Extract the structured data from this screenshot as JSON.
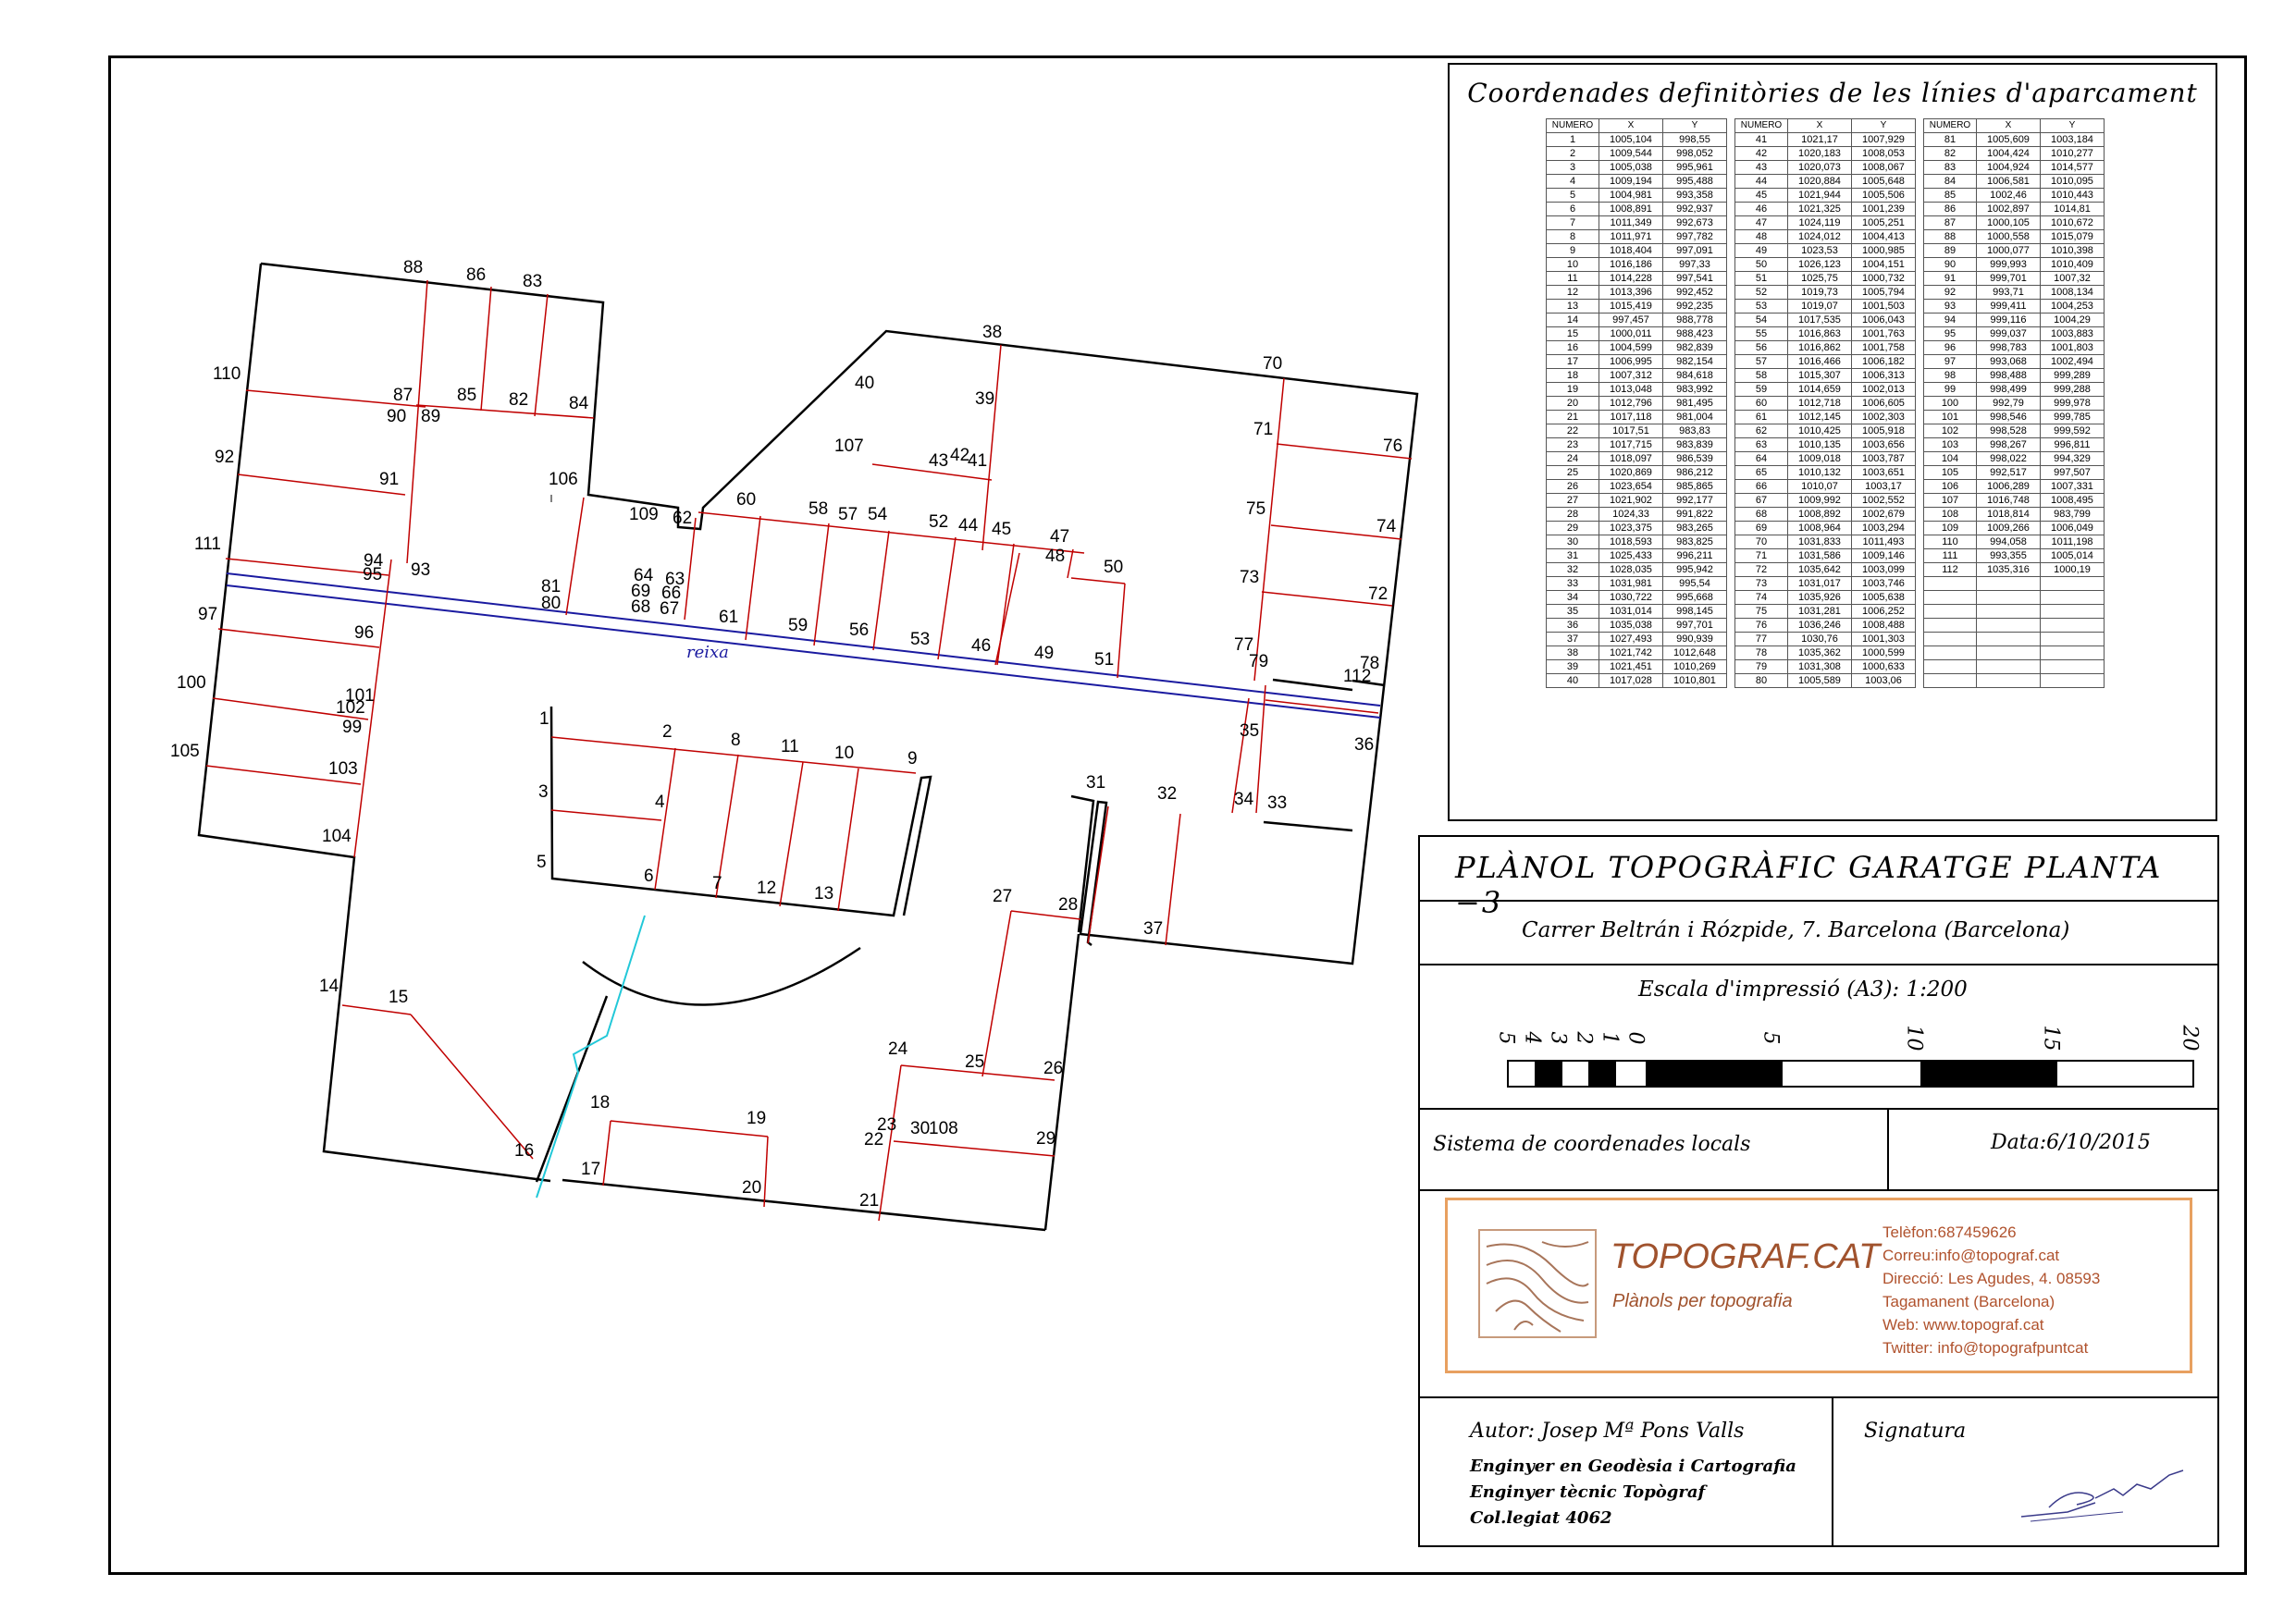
{
  "table": {
    "title": "Coordenades definitòries de les línies d'aparcament",
    "headers": [
      "NUMERO",
      "X",
      "Y"
    ],
    "rows": [
      [
        "1",
        "1005,104",
        "998,55"
      ],
      [
        "2",
        "1009,544",
        "998,052"
      ],
      [
        "3",
        "1005,038",
        "995,961"
      ],
      [
        "4",
        "1009,194",
        "995,488"
      ],
      [
        "5",
        "1004,981",
        "993,358"
      ],
      [
        "6",
        "1008,891",
        "992,937"
      ],
      [
        "7",
        "1011,349",
        "992,673"
      ],
      [
        "8",
        "1011,971",
        "997,782"
      ],
      [
        "9",
        "1018,404",
        "997,091"
      ],
      [
        "10",
        "1016,186",
        "997,33"
      ],
      [
        "11",
        "1014,228",
        "997,541"
      ],
      [
        "12",
        "1013,396",
        "992,452"
      ],
      [
        "13",
        "1015,419",
        "992,235"
      ],
      [
        "14",
        "997,457",
        "988,778"
      ],
      [
        "15",
        "1000,011",
        "988,423"
      ],
      [
        "16",
        "1004,599",
        "982,839"
      ],
      [
        "17",
        "1006,995",
        "982,154"
      ],
      [
        "18",
        "1007,312",
        "984,618"
      ],
      [
        "19",
        "1013,048",
        "983,992"
      ],
      [
        "20",
        "1012,796",
        "981,495"
      ],
      [
        "21",
        "1017,118",
        "981,004"
      ],
      [
        "22",
        "1017,51",
        "983,83"
      ],
      [
        "23",
        "1017,715",
        "983,839"
      ],
      [
        "24",
        "1018,097",
        "986,539"
      ],
      [
        "25",
        "1020,869",
        "986,212"
      ],
      [
        "26",
        "1023,654",
        "985,865"
      ],
      [
        "27",
        "1021,902",
        "992,177"
      ],
      [
        "28",
        "1024,33",
        "991,822"
      ],
      [
        "29",
        "1023,375",
        "983,265"
      ],
      [
        "30",
        "1018,593",
        "983,825"
      ],
      [
        "31",
        "1025,433",
        "996,211"
      ],
      [
        "32",
        "1028,035",
        "995,942"
      ],
      [
        "33",
        "1031,981",
        "995,54"
      ],
      [
        "34",
        "1030,722",
        "995,668"
      ],
      [
        "35",
        "1031,014",
        "998,145"
      ],
      [
        "36",
        "1035,038",
        "997,701"
      ],
      [
        "37",
        "1027,493",
        "990,939"
      ],
      [
        "38",
        "1021,742",
        "1012,648"
      ],
      [
        "39",
        "1021,451",
        "1010,269"
      ],
      [
        "40",
        "1017,028",
        "1010,801"
      ],
      [
        "41",
        "1021,17",
        "1007,929"
      ],
      [
        "42",
        "1020,183",
        "1008,053"
      ],
      [
        "43",
        "1020,073",
        "1008,067"
      ],
      [
        "44",
        "1020,884",
        "1005,648"
      ],
      [
        "45",
        "1021,944",
        "1005,506"
      ],
      [
        "46",
        "1021,325",
        "1001,239"
      ],
      [
        "47",
        "1024,119",
        "1005,251"
      ],
      [
        "48",
        "1024,012",
        "1004,413"
      ],
      [
        "49",
        "1023,53",
        "1000,985"
      ],
      [
        "50",
        "1026,123",
        "1004,151"
      ],
      [
        "51",
        "1025,75",
        "1000,732"
      ],
      [
        "52",
        "1019,73",
        "1005,794"
      ],
      [
        "53",
        "1019,07",
        "1001,503"
      ],
      [
        "54",
        "1017,535",
        "1006,043"
      ],
      [
        "55",
        "1016,863",
        "1001,763"
      ],
      [
        "56",
        "1016,862",
        "1001,758"
      ],
      [
        "57",
        "1016,466",
        "1006,182"
      ],
      [
        "58",
        "1015,307",
        "1006,313"
      ],
      [
        "59",
        "1014,659",
        "1002,013"
      ],
      [
        "60",
        "1012,718",
        "1006,605"
      ],
      [
        "61",
        "1012,145",
        "1002,303"
      ],
      [
        "62",
        "1010,425",
        "1005,918"
      ],
      [
        "63",
        "1010,135",
        "1003,656"
      ],
      [
        "64",
        "1009,018",
        "1003,787"
      ],
      [
        "65",
        "1010,132",
        "1003,651"
      ],
      [
        "66",
        "1010,07",
        "1003,17"
      ],
      [
        "67",
        "1009,992",
        "1002,552"
      ],
      [
        "68",
        "1008,892",
        "1002,679"
      ],
      [
        "69",
        "1008,964",
        "1003,294"
      ],
      [
        "70",
        "1031,833",
        "1011,493"
      ],
      [
        "71",
        "1031,586",
        "1009,146"
      ],
      [
        "72",
        "1035,642",
        "1003,099"
      ],
      [
        "73",
        "1031,017",
        "1003,746"
      ],
      [
        "74",
        "1035,926",
        "1005,638"
      ],
      [
        "75",
        "1031,281",
        "1006,252"
      ],
      [
        "76",
        "1036,246",
        "1008,488"
      ],
      [
        "77",
        "1030,76",
        "1001,303"
      ],
      [
        "78",
        "1035,362",
        "1000,599"
      ],
      [
        "79",
        "1031,308",
        "1000,633"
      ],
      [
        "80",
        "1005,589",
        "1003,06"
      ],
      [
        "81",
        "1005,609",
        "1003,184"
      ],
      [
        "82",
        "1004,424",
        "1010,277"
      ],
      [
        "83",
        "1004,924",
        "1014,577"
      ],
      [
        "84",
        "1006,581",
        "1010,095"
      ],
      [
        "85",
        "1002,46",
        "1010,443"
      ],
      [
        "86",
        "1002,897",
        "1014,81"
      ],
      [
        "87",
        "1000,105",
        "1010,672"
      ],
      [
        "88",
        "1000,558",
        "1015,079"
      ],
      [
        "89",
        "1000,077",
        "1010,398"
      ],
      [
        "90",
        "999,993",
        "1010,409"
      ],
      [
        "91",
        "999,701",
        "1007,32"
      ],
      [
        "92",
        "993,71",
        "1008,134"
      ],
      [
        "93",
        "999,411",
        "1004,253"
      ],
      [
        "94",
        "999,116",
        "1004,29"
      ],
      [
        "95",
        "999,037",
        "1003,883"
      ],
      [
        "96",
        "998,783",
        "1001,803"
      ],
      [
        "97",
        "993,068",
        "1002,494"
      ],
      [
        "98",
        "998,488",
        "999,289"
      ],
      [
        "99",
        "998,499",
        "999,288"
      ],
      [
        "100",
        "992,79",
        "999,978"
      ],
      [
        "101",
        "998,546",
        "999,785"
      ],
      [
        "102",
        "998,528",
        "999,592"
      ],
      [
        "103",
        "998,267",
        "996,811"
      ],
      [
        "104",
        "998,022",
        "994,329"
      ],
      [
        "105",
        "992,517",
        "997,507"
      ],
      [
        "106",
        "1006,289",
        "1007,331"
      ],
      [
        "107",
        "1016,748",
        "1008,495"
      ],
      [
        "108",
        "1018,814",
        "983,799"
      ],
      [
        "109",
        "1009,266",
        "1006,049"
      ],
      [
        "110",
        "994,058",
        "1011,198"
      ],
      [
        "111",
        "993,355",
        "1005,014"
      ],
      [
        "112",
        "1035,316",
        "1000,19"
      ]
    ]
  },
  "cartouche": {
    "title": "PLÀNOL TOPOGRÀFIC GARATGE PLANTA −3",
    "address": "Carrer Beltrán i Rózpide, 7. Barcelona (Barcelona)",
    "scale_text": "Escala d'impressió (A3):  1:200",
    "scale_ticks": [
      "5",
      "4",
      "3",
      "2",
      "1",
      "0",
      "5",
      "10",
      "15",
      "20"
    ],
    "coord_system": "Sistema de coordenades locals",
    "date": "Data:6/10/2015",
    "brand": "TOPOGRAF.CAT",
    "slogan": "Plànols per topografia",
    "contact": [
      "Telèfon:687459626",
      "Correu:info@topograf.cat",
      "Direcció: Les Agudes, 4. 08593",
      "Tagamanent (Barcelona)",
      "Web: www.topograf.cat",
      "Twitter: info@topografpuntcat"
    ],
    "author": "Autor: Josep Mª Pons Valls",
    "author_lines": [
      "Enginyer en Geodèsia i Cartografia",
      "Enginyer tècnic Topògraf",
      "Col.legiat 4062"
    ],
    "signature_label": "Signatura"
  },
  "plan": {
    "grate_label": "reixa",
    "colors": {
      "parking_lines": "#c00000",
      "grate": "#1a1aa0",
      "ramp_line": "#22c8d8",
      "walls": "#000000"
    }
  }
}
